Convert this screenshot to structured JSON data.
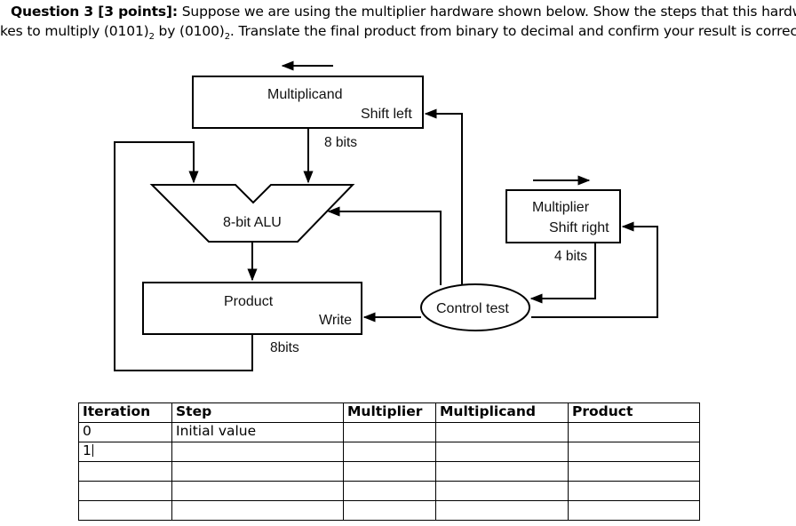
{
  "question": {
    "title": "Question 3 [3 points]:",
    "line1_rest": "Suppose we are using the multiplier hardware shown below. Show the steps that this hardware",
    "line2_prefix": "kes to multiply (0101)",
    "sub1": "2",
    "line2_mid": " by (0100)",
    "sub2": "2",
    "line2_rest": ". Translate the final product from binary to decimal and confirm your result is correct."
  },
  "diagram": {
    "multiplicand_label": "Multiplicand",
    "shift_left_label": "Shift left",
    "multiplicand_bits": "8 bits",
    "alu_label": "8-bit ALU",
    "multiplier_label": "Multiplier",
    "shift_right_label": "Shift right",
    "multiplier_bits": "4 bits",
    "product_label": "Product",
    "write_label": "Write",
    "product_bits": "8bits",
    "control_label": "Control test"
  },
  "table": {
    "headers": [
      "Iteration",
      "Step",
      "Multiplier",
      "Multiplicand",
      "Product"
    ],
    "rows": [
      [
        "0",
        "Initial value",
        "",
        "",
        ""
      ],
      [
        "1",
        "",
        "",
        "",
        ""
      ],
      [
        "",
        "",
        "",
        "",
        ""
      ],
      [
        "",
        "",
        "",
        "",
        ""
      ],
      [
        "",
        "",
        "",
        "",
        ""
      ]
    ]
  }
}
